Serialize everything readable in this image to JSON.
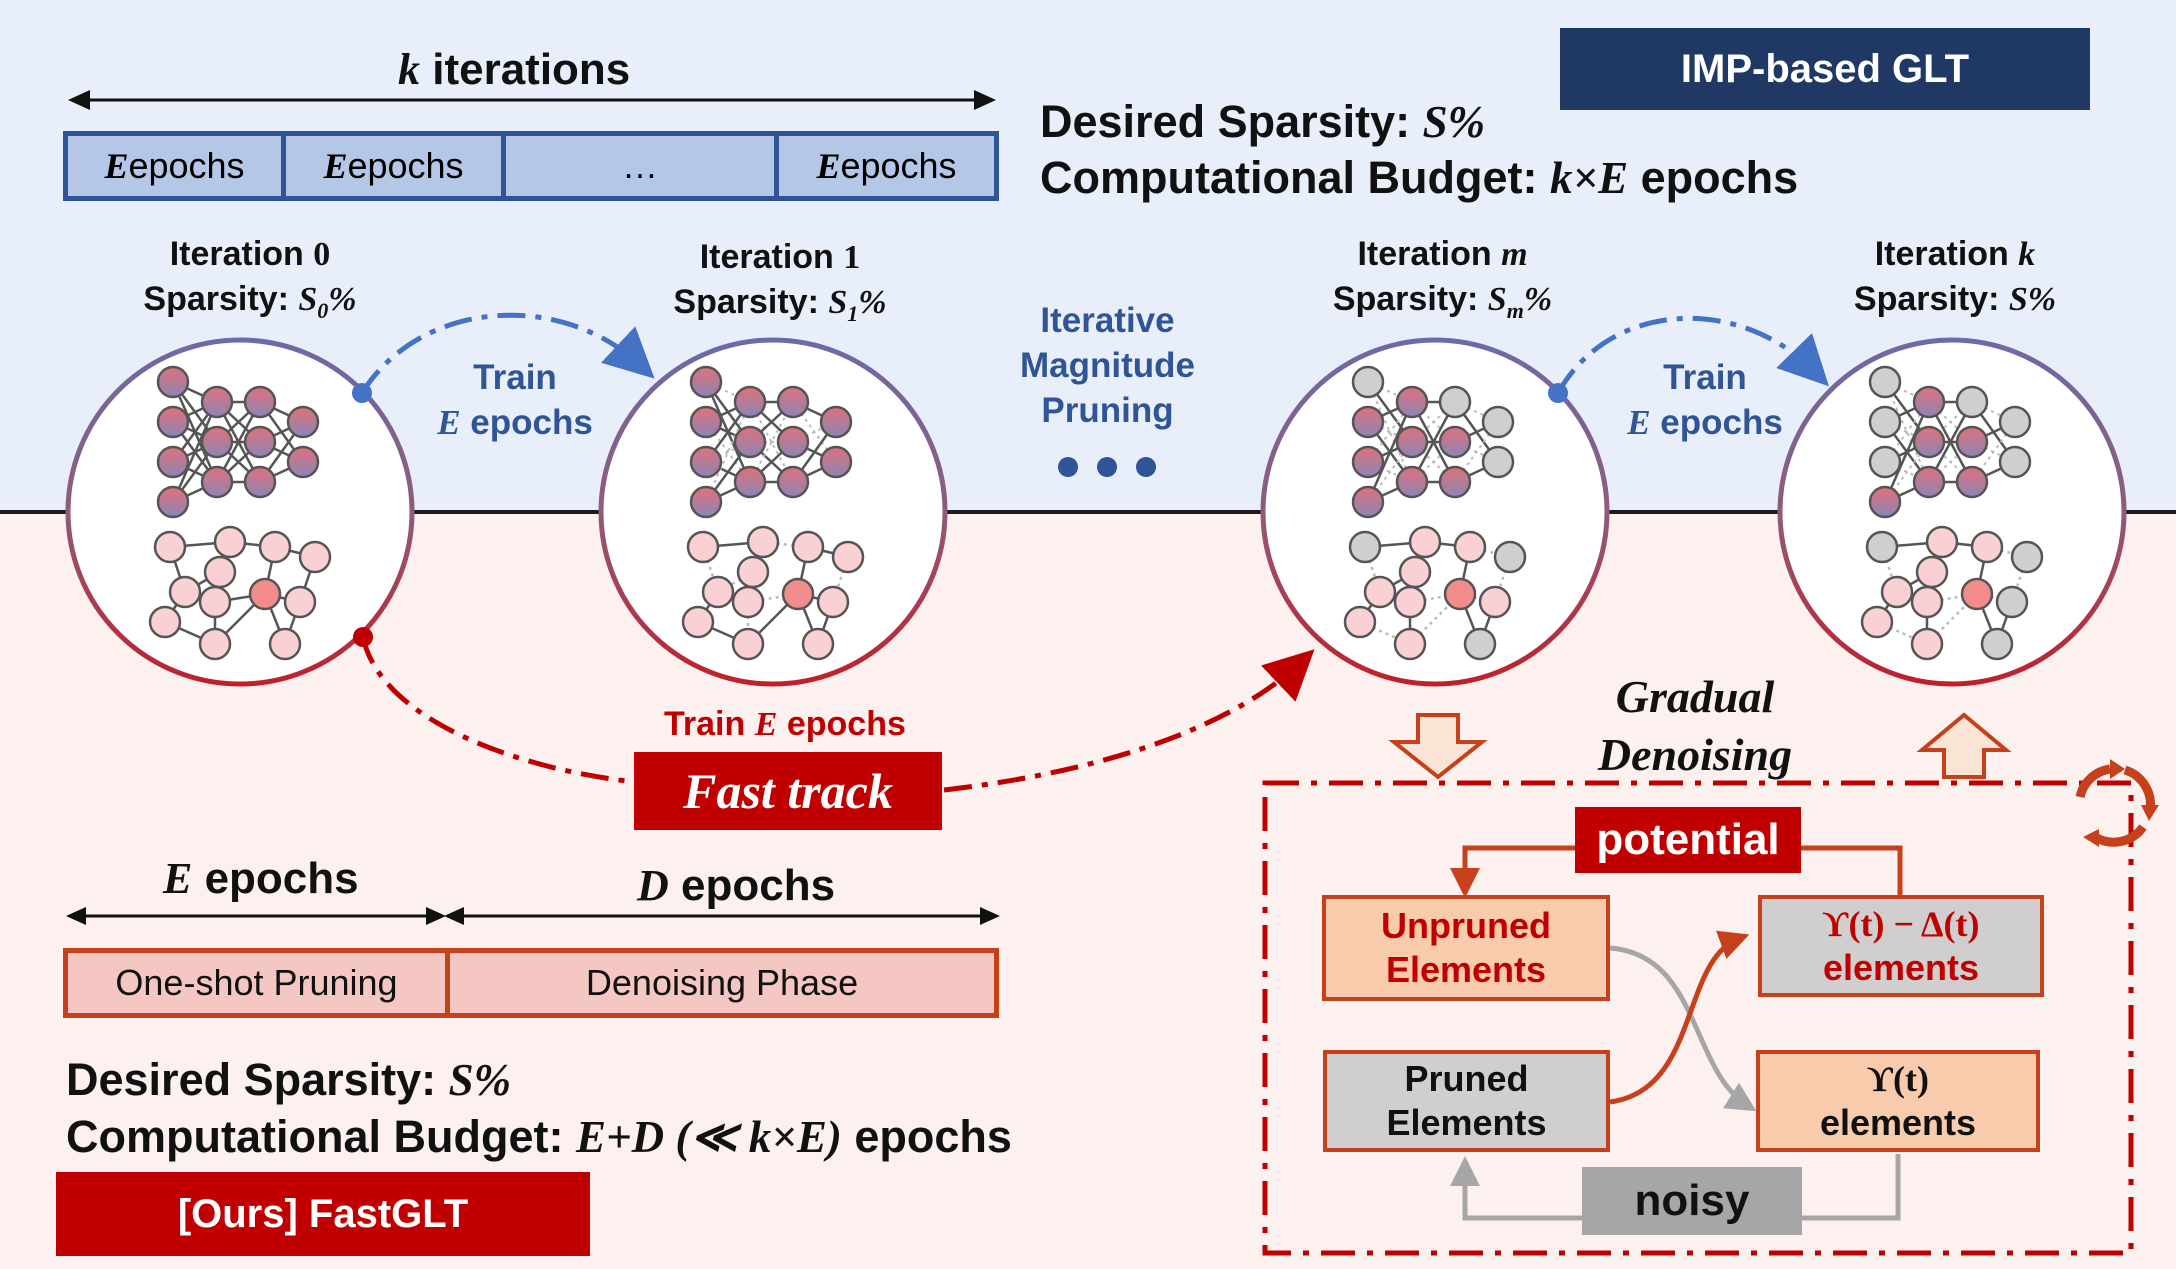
{
  "top": {
    "badge": "IMP-based GLT",
    "k_italic": "k",
    "iterations_label": " iterations",
    "epoch_cells": [
      {
        "it": "E",
        "txt": " epochs"
      },
      {
        "it": "E",
        "txt": " epochs"
      },
      {
        "it": "",
        "txt": "…"
      },
      {
        "it": "E",
        "txt": " epochs"
      }
    ],
    "desired_label": "Desired Sparsity: ",
    "desired_value": "S%",
    "budget_label": "Computational Budget: ",
    "budget_value": "k×E",
    "budget_suffix": " epochs",
    "iterations": [
      {
        "label": "Iteration ",
        "idx": "0",
        "sp_label": "Sparsity: ",
        "sp_val": "S",
        "sp_sub": "0",
        "sp_pct": "%"
      },
      {
        "label": "Iteration ",
        "idx": "1",
        "sp_label": "Sparsity: ",
        "sp_val": "S",
        "sp_sub": "1",
        "sp_pct": "%"
      },
      {
        "label": "Iteration ",
        "idx": "m",
        "sp_label": "Sparsity: ",
        "sp_val": "S",
        "sp_sub": "m",
        "sp_pct": "%"
      },
      {
        "label": "Iteration ",
        "idx": "k",
        "sp_label": "Sparsity: ",
        "sp_val": "S%",
        "sp_sub": "",
        "sp_pct": ""
      }
    ],
    "train1_line1": "Train",
    "train1_it": "E",
    "train1_line2": " epochs",
    "train2_line1": "Train",
    "train2_it": "E",
    "train2_line2": " epochs",
    "imp_line1": "Iterative",
    "imp_line2": "Magnitude",
    "imp_line3": "Pruning"
  },
  "bottom": {
    "train_fast_prefix": "Train ",
    "train_fast_it": "E",
    "train_fast_suffix": " epochs",
    "fast_track": "Fast track",
    "e_epochs_it": "E",
    "e_epochs_txt": " epochs",
    "d_epochs_it": "D",
    "d_epochs_txt": " epochs",
    "oneshot": "One-shot Pruning",
    "denoising_phase": "Denoising Phase",
    "desired_label": "Desired Sparsity: ",
    "desired_value": "S%",
    "budget_label": "Computational Budget: ",
    "budget_value": "E+D (≪ k×E)",
    "budget_suffix": " epochs",
    "badge": "[Ours] FastGLT",
    "gradual_line1": "Gradual",
    "gradual_line2": "Denoising",
    "potential": "potential",
    "noisy": "noisy",
    "unpruned_line1": "Unpruned",
    "unpruned_line2": "Elements",
    "pruned_line1": "Pruned",
    "pruned_line2": "Elements",
    "ydelta_line1": "ϒ(t) − Δ(t)",
    "ydelta_line2": "elements",
    "y_line1": "ϒ(t)",
    "y_line2": "elements"
  },
  "colors": {
    "navy": "#1f3864",
    "blue": "#4472c4",
    "red": "#c00000",
    "salmon": "#f8cbad",
    "pinkbox": "#f4c7c3",
    "gray": "#bfbfbf"
  }
}
